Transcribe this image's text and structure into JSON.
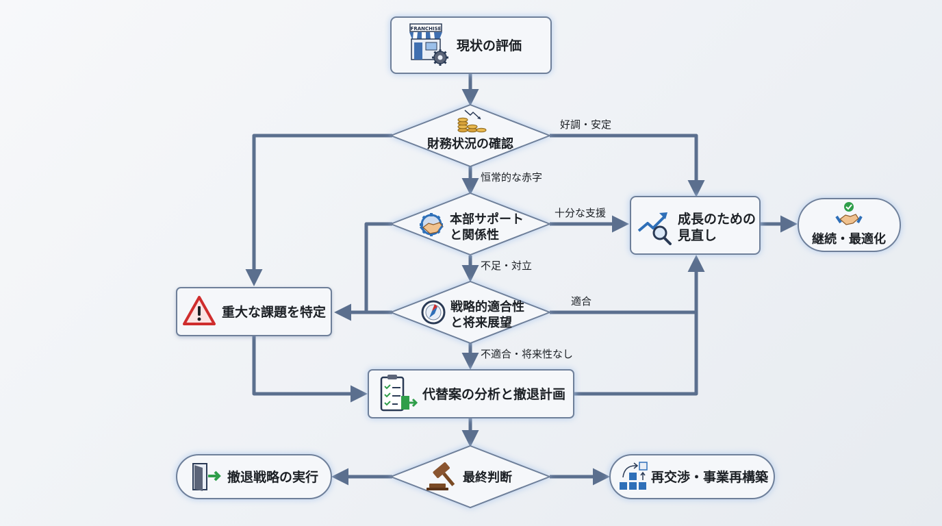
{
  "nodes": {
    "assess": {
      "label": "現状の評価",
      "sign": "FRANCHISE",
      "icon": "franchise-store-gear-icon"
    },
    "finance": {
      "label": "財務状況の確認",
      "icon": "coins-declining-icon"
    },
    "hq": {
      "lines": [
        "本部サポート",
        "と関係性"
      ],
      "icon": "gear-handshake-icon"
    },
    "strategy": {
      "lines": [
        "戦略的適合性",
        "と将来展望"
      ],
      "icon": "compass-icon"
    },
    "issue": {
      "label": "重大な課題を特定",
      "icon": "warning-triangle-icon"
    },
    "growth": {
      "lines": [
        "成長のための",
        "見直し"
      ],
      "icon": "growth-magnifier-icon"
    },
    "continue": {
      "label": "継続・最適化",
      "icon": "handshake-check-icon"
    },
    "alternatives": {
      "label": "代替案の分析と撤退計画",
      "icon": "clipboard-exit-icon"
    },
    "final": {
      "label": "最終判断",
      "icon": "gavel-icon"
    },
    "exit": {
      "label": "撤退戦略の実行",
      "icon": "exit-door-icon"
    },
    "renegotiate": {
      "label": "再交渉・事業再構築",
      "icon": "restructure-blocks-icon"
    }
  },
  "edges": {
    "good": "好調・安定",
    "deficit": "恒常的な赤字",
    "enough_support": "十分な支援",
    "lacking": "不足・対立",
    "fit": "適合",
    "no_fit": "不適合・将来性なし"
  },
  "colors": {
    "arrow": "#5b6f8e",
    "box_border": "#6e7f99",
    "box_fill": "#f5f7fa",
    "glow": "#c4d7f2",
    "warning_red": "#cf2d2d",
    "exit_green": "#2f9e4a",
    "coin_gold": "#d8a23a",
    "icon_blue": "#2e6fb8"
  }
}
